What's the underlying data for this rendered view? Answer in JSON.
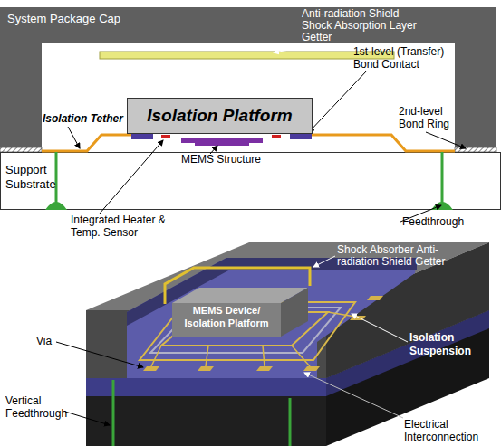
{
  "diagram": {
    "nodes": [
      {
        "text": [
          "System Package Cap"
        ]
      },
      {
        "text": [
          "Isolation Platform"
        ]
      },
      {
        "text": [
          "Support Substrate"
        ]
      },
      {
        "text": [
          "MEMS Device/ Isolation Platform"
        ]
      }
    ],
    "labels": [
      "Anti-radiation Shield Shock Absorption Layer Getter",
      "1st-level (Transfer) Bond Contact",
      "Isolation Tether",
      "2nd-level Bond Ring",
      "MEMS Structure",
      "Integrated Heater & Temp. Sensor",
      "Feedthrough",
      "Shock Absorber Anti-radiation Shield Getter",
      "Via",
      "Isolation Suspension",
      "Electrical Interconnection",
      "Vertical Feedthrough"
    ]
  }
}
